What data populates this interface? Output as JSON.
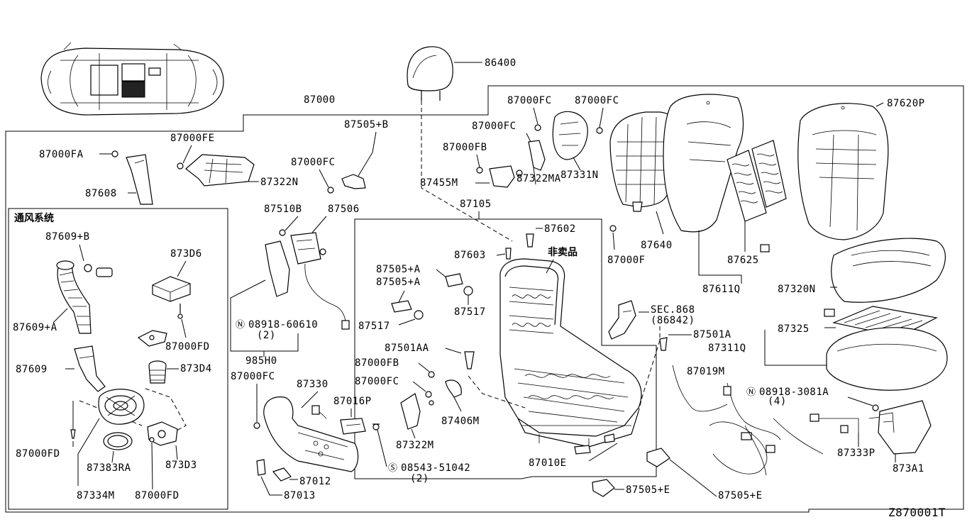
{
  "diagram_id": "Z870001T",
  "ventilation_box_title": "通风系统",
  "non_serviceable_label": "非卖品",
  "sec_ref": {
    "line1": "SEC.868",
    "line2": "(86842)"
  },
  "callouts": {
    "p86400": "86400",
    "p87000": "87000",
    "p87000FE": "87000FE",
    "p87000FA": "87000FA",
    "p87322N": "87322N",
    "p87608": "87608",
    "p87505B": "87505+B",
    "p87000FC_a": "87000FC",
    "p87000FC_b": "87000FC",
    "p87000FC_c": "87000FC",
    "p87000FC_d": "87000FC",
    "p87000FC_e": "87000FC",
    "p87000FC_f": "87000FC",
    "p87000FB_a": "87000FB",
    "p87000FB_b": "87000FB",
    "p87455M": "87455M",
    "p87322MA": "87322MA",
    "p87331N": "87331N",
    "p87105": "87105",
    "p87510B": "87510B",
    "p87506": "87506",
    "p87602": "87602",
    "p87603": "87603",
    "p87505A_a": "87505+A",
    "p87505A_b": "87505+A",
    "p87517_a": "87517",
    "p87517_b": "87517",
    "p08918_60610": "08918-60610",
    "qty2_a": "(2)",
    "p985H0": "985H0",
    "p87330": "87330",
    "p87016P": "87016P",
    "p08543": "08543-51042",
    "qty2_b": "(2)",
    "p87012": "87012",
    "p87013": "87013",
    "p87501AA": "87501AA",
    "p87406M": "87406M",
    "p87322M": "87322M",
    "p87010E": "87010E",
    "p87501A": "87501A",
    "p87019M": "87019M",
    "p08918_3081A": "08918-3081A",
    "qty4": "(4)",
    "p87333P": "87333P",
    "p873A1": "873A1",
    "p87325": "87325",
    "p87311Q": "87311Q",
    "p87320N": "87320N",
    "p87611Q": "87611Q",
    "p87625": "87625",
    "p87640": "87640",
    "p87000F": "87000F",
    "p87620P": "87620P",
    "p87505E_a": "87505+E",
    "p87505E_b": "87505+E",
    "p87609B": "87609+B",
    "p873D6": "873D6",
    "p87609A": "87609+A",
    "p87000FD_a": "87000FD",
    "p87000FD_b": "87000FD",
    "p87000FD_c": "87000FD",
    "p87609": "87609",
    "p873D4": "873D4",
    "p873D3": "873D3",
    "p87383RA": "87383RA",
    "p87334M": "87334M"
  }
}
